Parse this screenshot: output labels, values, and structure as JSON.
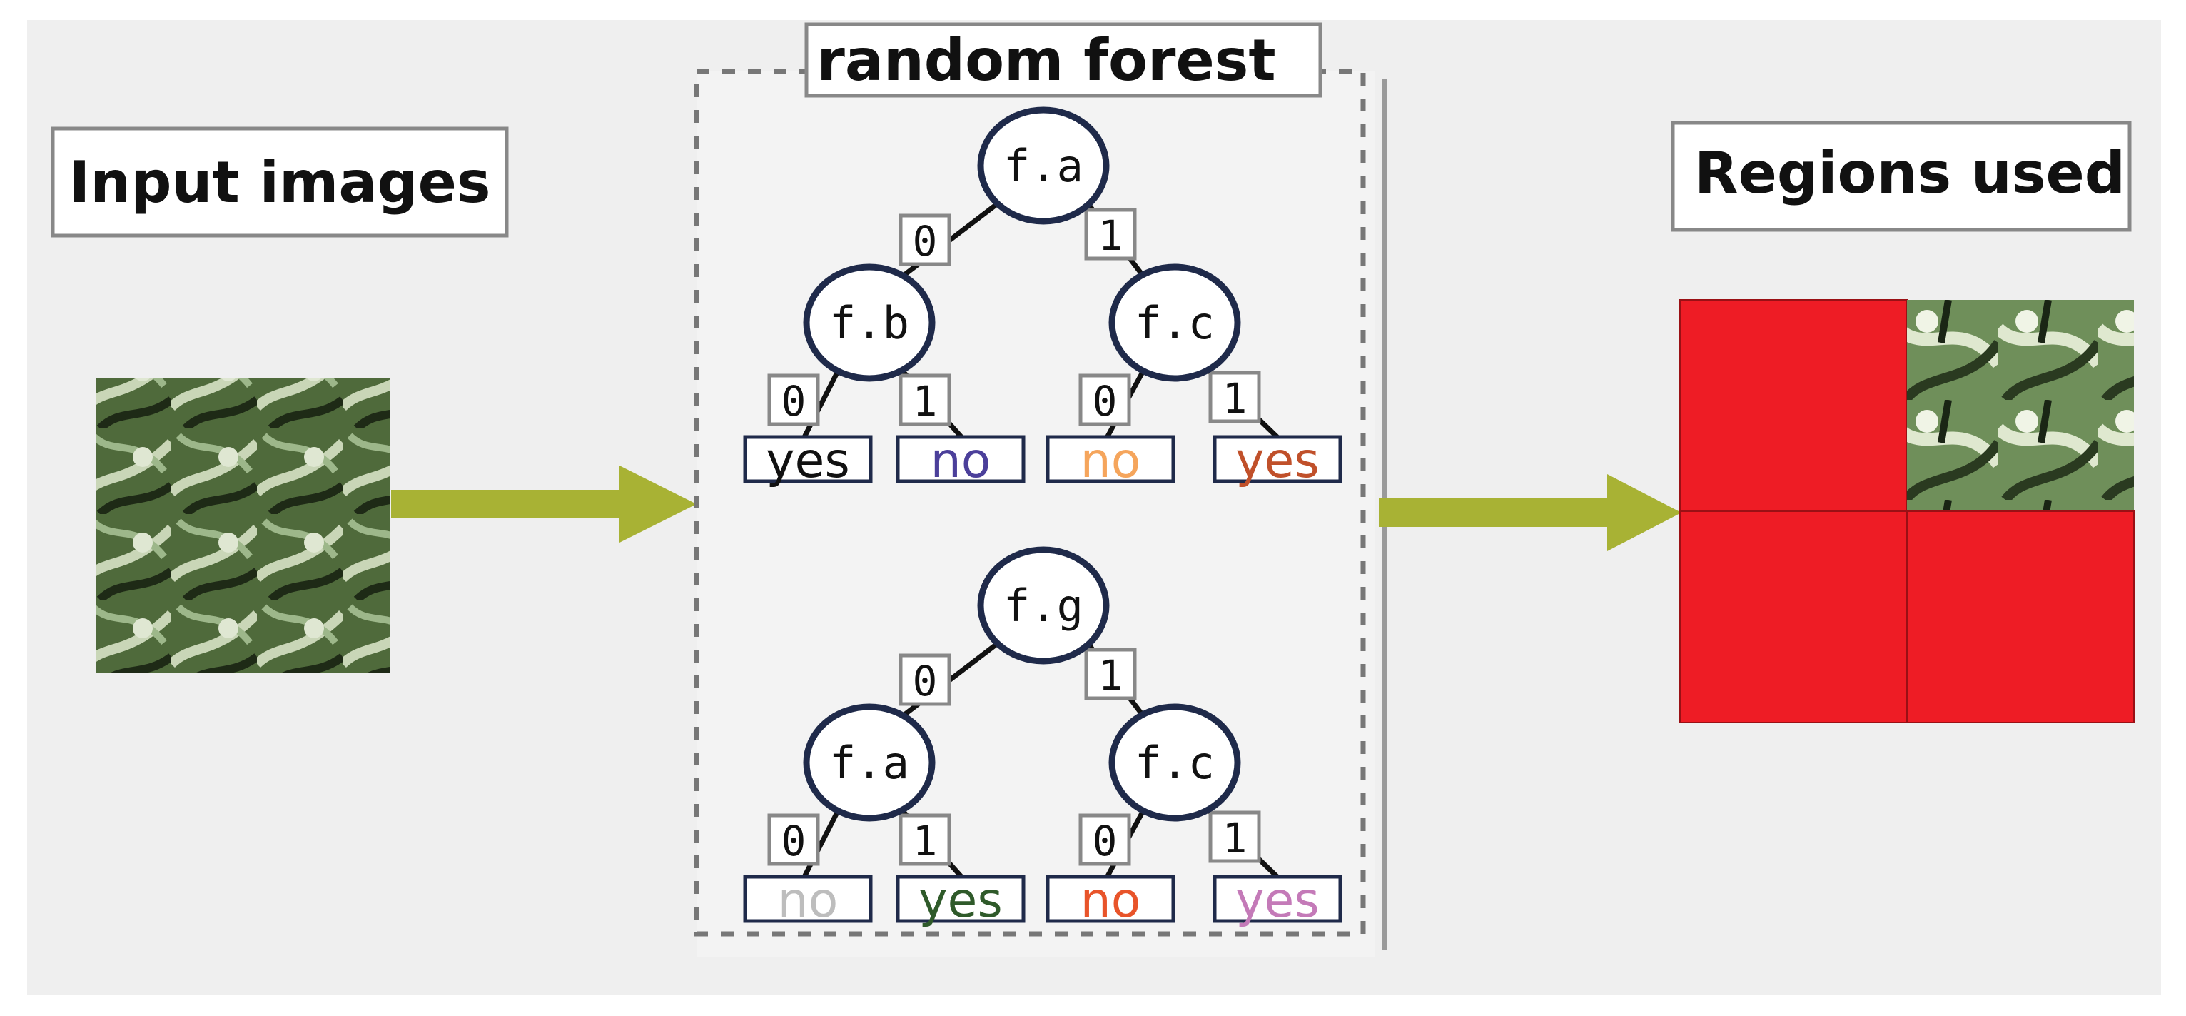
{
  "input_label": "Input images",
  "forest_label": "random forest",
  "output_label": "Regions used",
  "colors": {
    "panel_bg": "#efefef",
    "arrow": "#a8b234",
    "node_border": "#1f2a4a",
    "region_red": "#ee1c25",
    "leaf_border": "#1f2a4a"
  },
  "trees": [
    {
      "root": "f.a",
      "left": "f.b",
      "right": "f.c",
      "edge_labels": [
        "0",
        "1"
      ],
      "leaf_edge_labels": [
        "0",
        "1",
        "0",
        "1"
      ],
      "leaves": [
        {
          "text": "yes",
          "color": "#111111"
        },
        {
          "text": "no",
          "color": "#4b3f9a"
        },
        {
          "text": "no",
          "color": "#f5a55c"
        },
        {
          "text": "yes",
          "color": "#c0502a"
        }
      ]
    },
    {
      "root": "f.g",
      "left": "f.a",
      "right": "f.c",
      "edge_labels": [
        "0",
        "1"
      ],
      "leaf_edge_labels": [
        "0",
        "1",
        "0",
        "1"
      ],
      "leaves": [
        {
          "text": "no",
          "color": "#bdbdbd"
        },
        {
          "text": "yes",
          "color": "#2f5a2a"
        },
        {
          "text": "no",
          "color": "#e8542a"
        },
        {
          "text": "yes",
          "color": "#c47ab8"
        }
      ]
    }
  ],
  "regions": [
    "used",
    "image",
    "used",
    "used"
  ]
}
